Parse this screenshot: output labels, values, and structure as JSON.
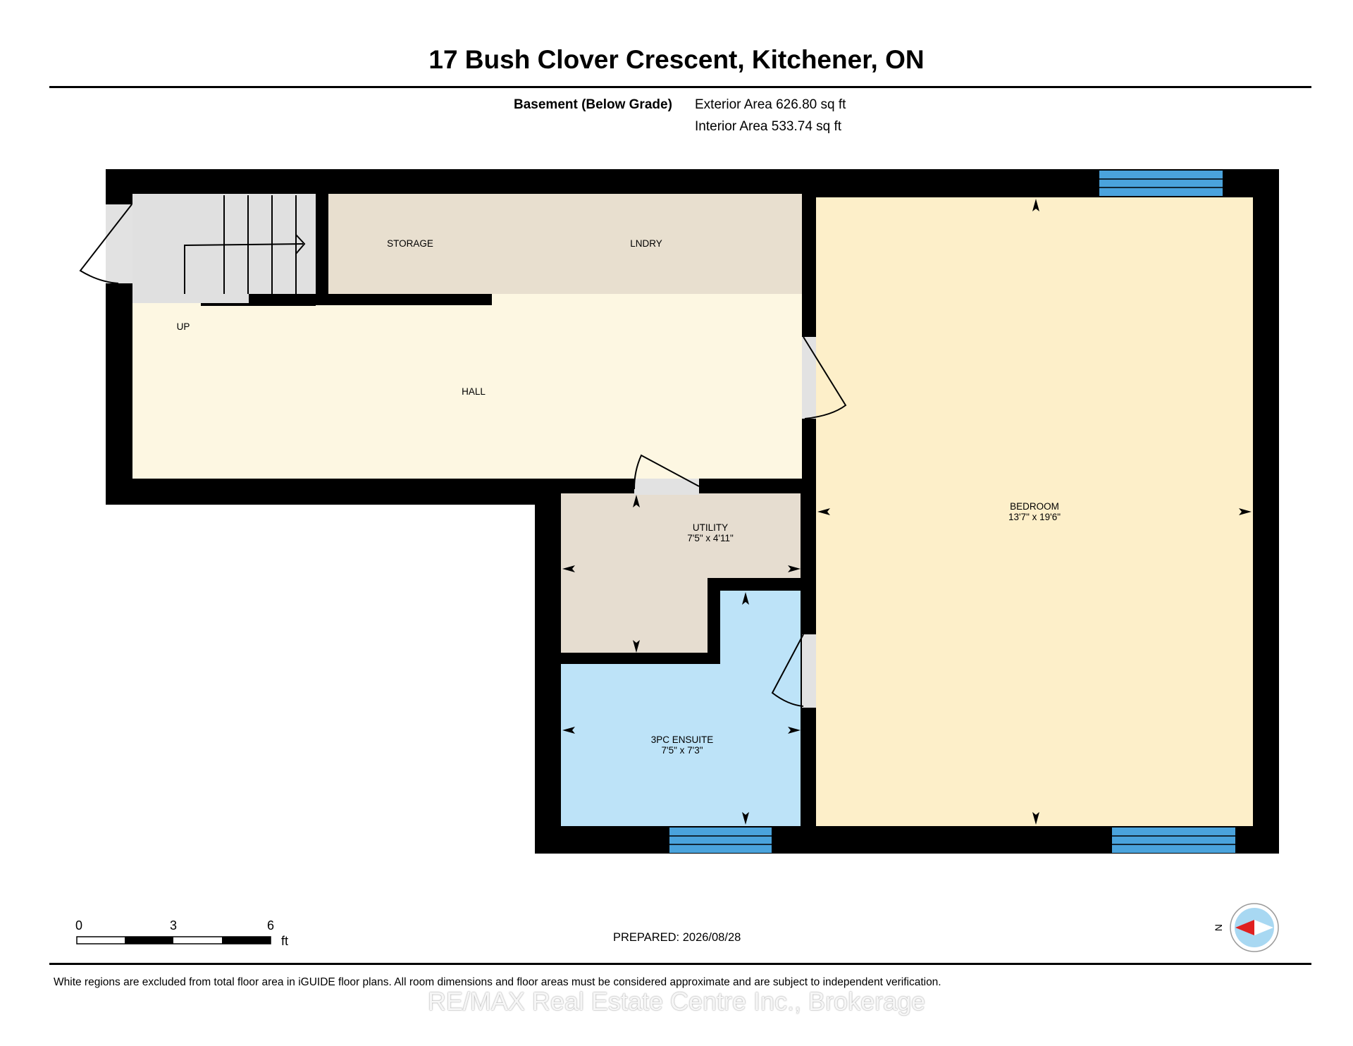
{
  "header": {
    "title": "17 Bush Clover Crescent, Kitchener, ON",
    "level_label": "Basement (Below Grade)",
    "exterior_area": "Exterior Area 626.80 sq ft",
    "interior_area": "Interior Area 533.74 sq ft"
  },
  "rooms": {
    "storage": {
      "name": "STORAGE"
    },
    "laundry": {
      "name": "LNDRY"
    },
    "hall": {
      "name": "HALL"
    },
    "stairs": {
      "label": "UP"
    },
    "utility": {
      "name": "UTILITY",
      "dims": "7'5\" x 4'11\""
    },
    "ensuite": {
      "name": "3PC ENSUITE",
      "dims": "7'5\" x 7'3\""
    },
    "bedroom": {
      "name": "BEDROOM",
      "dims": "13'7\" x 19'6\""
    }
  },
  "scale_bar": {
    "ticks": [
      "0",
      "3",
      "6"
    ],
    "unit": "ft"
  },
  "compass": {
    "label": "N"
  },
  "footer": {
    "prepared": "PREPARED: 2026/08/28",
    "disclaimer": "White regions are excluded from total floor area in iGUIDE floor plans. All room dimensions and floor areas must be considered approximate and are subject to independent verification.",
    "watermark": "RE/MAX Real Estate Centre Inc., Brokerage"
  },
  "colors": {
    "wall": "#000000",
    "hall": "#fdf7e2",
    "storage": "#e8dfcf",
    "utility": "#e6ddd0",
    "ensuite": "#bde3f8",
    "bedroom": "#fdefc9",
    "stairs": "#e0e0e0",
    "window": "#4aa3dc",
    "compass_arrow": "#e02020"
  }
}
